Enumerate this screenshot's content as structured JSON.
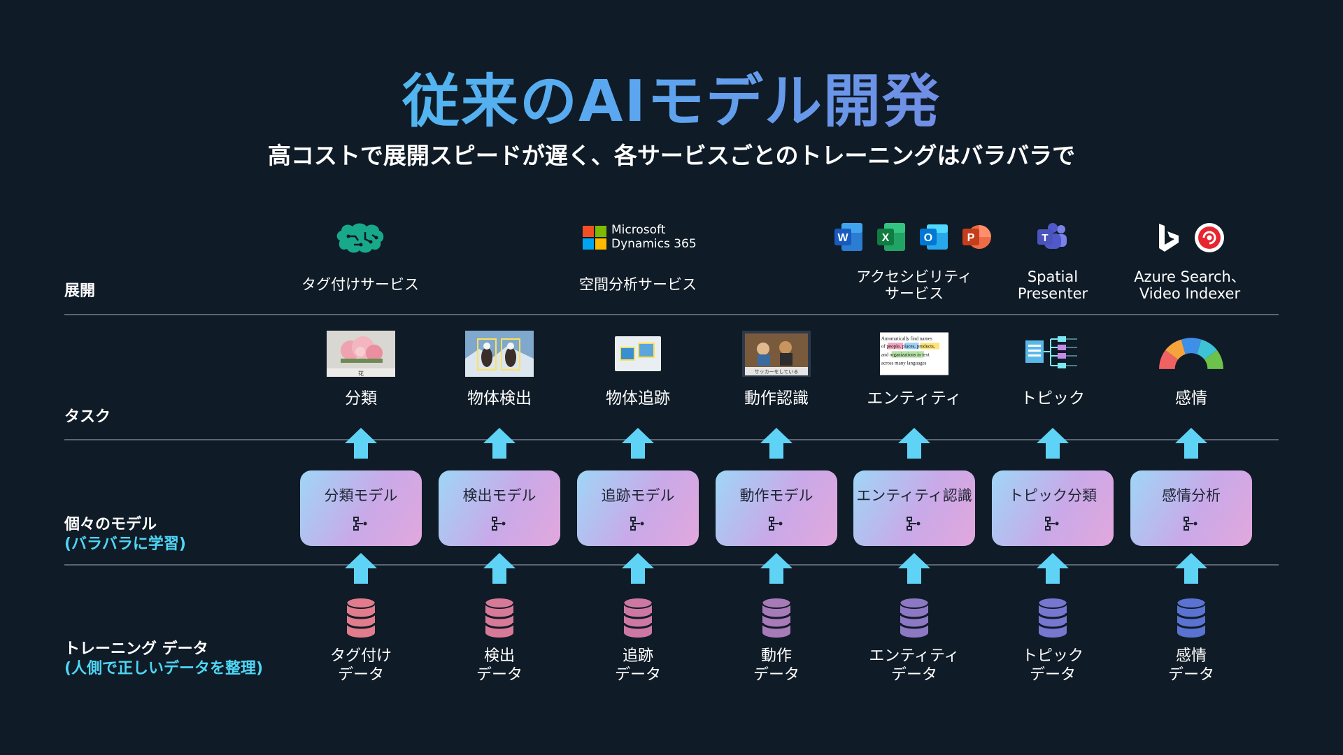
{
  "title": "従来のAIモデル開発",
  "subtitle": "高コストで展開スピードが遅く、各サービスごとのトレーニングはバラバラで",
  "rows": {
    "deploy": "展開",
    "task": "タスク",
    "model": "個々のモデル",
    "model_sub": "(バラバラに学習)",
    "data": "トレーニング データ",
    "data_sub": "(人側で正しいデータを整理)"
  },
  "services": {
    "tagging": "タグ付けサービス",
    "dynamics_line1": "Microsoft",
    "dynamics_line2": "Dynamics 365",
    "spatial": "空間分析サービス",
    "accessibility_1": "アクセシビリティ",
    "accessibility_2": "サービス",
    "presenter_1": "Spatial",
    "presenter_2": "Presenter",
    "azure_1": "Azure Search、",
    "azure_2": "Video Indexer"
  },
  "office_letters": [
    "W",
    "X",
    "O",
    "P"
  ],
  "teams_letter": "T",
  "tasks": [
    "分類",
    "物体検出",
    "物体追跡",
    "動作認識",
    "エンティティ",
    "トピック",
    "感情"
  ],
  "models": [
    "分類モデル",
    "検出モデル",
    "追跡モデル",
    "動作モデル",
    "エンティティ認識",
    "トピック分類",
    "感情分析"
  ],
  "data_items": [
    [
      "タグ付け",
      "データ"
    ],
    [
      "検出",
      "データ"
    ],
    [
      "追跡",
      "データ"
    ],
    [
      "動作",
      "データ"
    ],
    [
      "エンティティ",
      "データ"
    ],
    [
      "トピック",
      "データ"
    ],
    [
      "感情",
      "データ"
    ]
  ],
  "thumb_text": {
    "flower": "花",
    "action": "サッカーをしている",
    "entity_1": "Automatically find names",
    "entity_2": "of people, places, products,",
    "entity_3": "and organizations in text",
    "entity_4": "across many languages"
  },
  "colors": {
    "accent": "#4ed6f5",
    "arrow": "#5fd3f5",
    "db": [
      "#e07c8c",
      "#d67a98",
      "#cc78a3",
      "#a77ab8",
      "#8d78c4",
      "#7677cf",
      "#5a73d1"
    ]
  }
}
